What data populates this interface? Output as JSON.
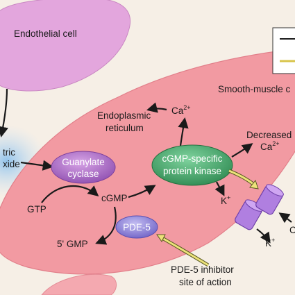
{
  "cells": {
    "endothelial": "Endothelial cell",
    "smooth_muscle": "Smooth-muscle c"
  },
  "molecules": {
    "nitric_oxide_line1": "tric",
    "nitric_oxide_line2": "xide",
    "gtp": "GTP",
    "cgmp": "cGMP",
    "five_gmp": "5' GMP",
    "ca_er": "Ca",
    "ca_er_sup": "2+",
    "er_line1": "Endoplasmic",
    "er_line2": "reticulum",
    "decreased_line1": "Decreased",
    "decreased_ca": "Ca",
    "decreased_ca_sup": "2+",
    "k_in": "K",
    "k_in_sup": "+",
    "k_out": "K",
    "k_out_sup": "+",
    "ca_channel_partial": "C"
  },
  "enzymes": {
    "guanylate_line1": "Guanylate",
    "guanylate_line2": "cyclase",
    "pkg_line1": "cGMP-specific",
    "pkg_line2": "protein kinase",
    "pde5": "PDE-5"
  },
  "annotations": {
    "inhibitor_line1": "PDE-5 inhibitor",
    "inhibitor_line2": "site of action"
  },
  "colors": {
    "background": "#f6efe6",
    "endothelial_fill": "#e3a6dd",
    "smooth_muscle_fill": "#f29aa2",
    "nitric_oxide_cloud": "#9fcbef",
    "guanylate_fill": "#b26fc4",
    "pkg_fill": "#4fae72",
    "pde5_fill": "#8f83d8",
    "channel_fill": "#b07fe0",
    "inhibitor_arrow": "#ece27a"
  }
}
